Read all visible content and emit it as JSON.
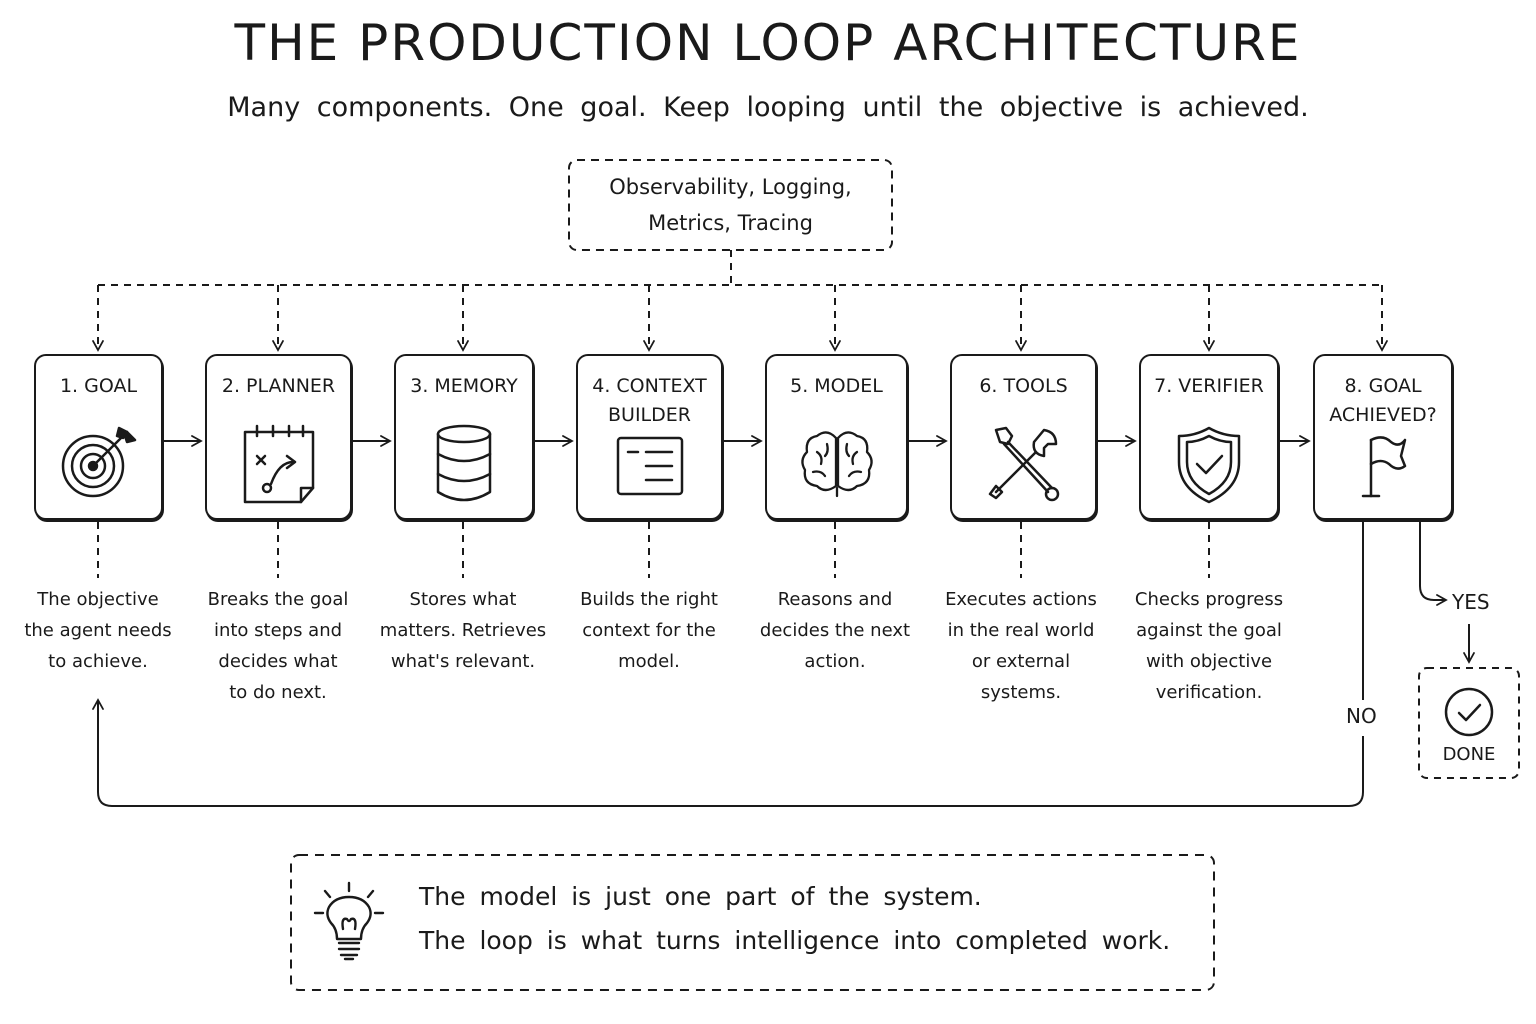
{
  "header": {
    "title": "THE PRODUCTION LOOP ARCHITECTURE",
    "subtitle": "Many components. One goal. Keep looping until the objective is achieved."
  },
  "observability": {
    "line1": "Observability, Logging,",
    "line2": "Metrics, Tracing"
  },
  "steps": [
    {
      "title": "1. GOAL",
      "icon": "target-icon",
      "description": "The objective\nthe agent needs\nto achieve."
    },
    {
      "title": "2. PLANNER",
      "icon": "plan-notepad-icon",
      "description": "Breaks the goal\ninto steps and\ndecides what\nto do next."
    },
    {
      "title": "3. MEMORY",
      "icon": "database-icon",
      "description": "Stores what\nmatters. Retrieves\nwhat's relevant."
    },
    {
      "title": "4. CONTEXT\nBUILDER",
      "icon": "document-list-icon",
      "description": "Builds the right\ncontext for the\nmodel."
    },
    {
      "title": "5. MODEL",
      "icon": "brain-icon",
      "description": "Reasons and\ndecides the next\naction."
    },
    {
      "title": "6. TOOLS",
      "icon": "wrench-screwdriver-icon",
      "description": "Executes actions\nin the real world\nor external\nsystems."
    },
    {
      "title": "7. VERIFIER",
      "icon": "shield-check-icon",
      "description": "Checks progress\nagainst the goal\nwith objective\nverification."
    },
    {
      "title": "8. GOAL\nACHIEVED?",
      "icon": "flag-icon",
      "description": ""
    }
  ],
  "branches": {
    "yes_label": "YES",
    "no_label": "NO",
    "done_label": "DONE",
    "done_icon": "check-circle-icon"
  },
  "note": {
    "icon": "lightbulb-icon",
    "line1": "The model is just one part of the system.",
    "line2": "The loop is what turns intelligence into completed work."
  },
  "colors": {
    "ink": "#1a1a1a",
    "background": "#ffffff"
  }
}
